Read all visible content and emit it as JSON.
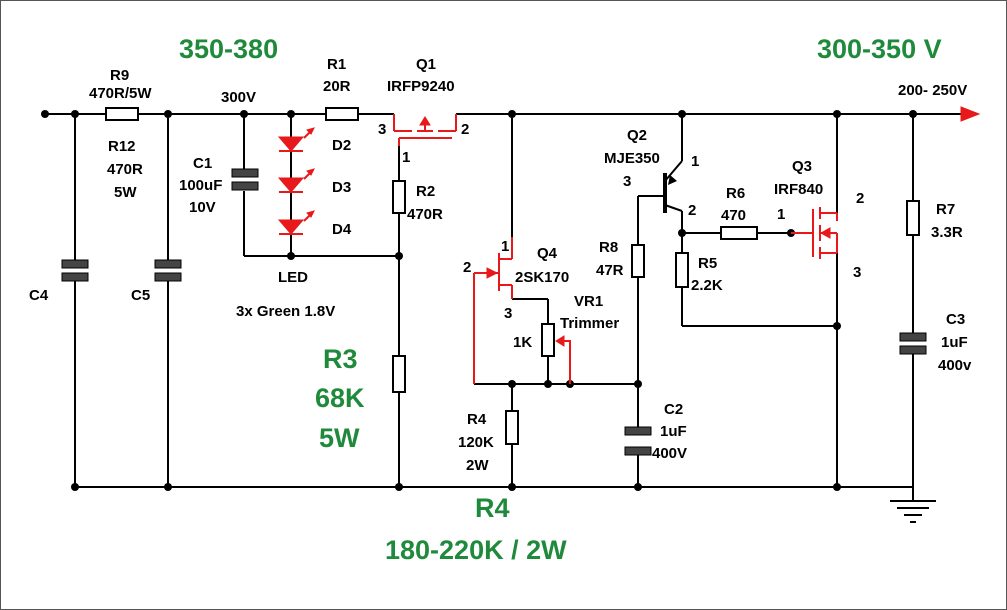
{
  "banner": {
    "input_voltage": "350-380",
    "output_voltage": "300-350 V",
    "r3_title": "R3",
    "r3_value": "68K",
    "r3_power": "5W",
    "r4_title": "R4",
    "r4_value": "180-220K / 2W"
  },
  "nodes": {
    "v300": "300V",
    "vout": "200- 250V",
    "led": "LED",
    "led_spec": "3x Green 1.8V"
  },
  "components": {
    "R9": {
      "name": "R9",
      "value": "470R/5W"
    },
    "R12": {
      "name": "R12",
      "value": "470R",
      "power": "5W"
    },
    "R1": {
      "name": "R1",
      "value": "20R"
    },
    "Q1": {
      "name": "Q1",
      "part": "IRFP9240",
      "pin3": "3",
      "pin2": "2",
      "pin1": "1"
    },
    "C1": {
      "name": "C1",
      "value": "100uF",
      "voltage": "10V"
    },
    "D2": "D2",
    "D3": "D3",
    "D4": "D4",
    "C4": "C4",
    "C5": "C5",
    "R2": {
      "name": "R2",
      "value": "470R"
    },
    "Q4": {
      "name": "Q4",
      "part": "2SK170",
      "pin1": "1",
      "pin2": "2",
      "pin3": "3"
    },
    "VR1": {
      "name": "VR1",
      "type": "Trimmer",
      "value": "1K"
    },
    "R4": {
      "name": "R4",
      "value": "120K",
      "power": "2W"
    },
    "Q2": {
      "name": "Q2",
      "part": "MJE350",
      "pin1": "1",
      "pin2": "2",
      "pin3": "3"
    },
    "R8": {
      "name": "R8",
      "value": "47R"
    },
    "C2": {
      "name": "C2",
      "value": "1uF",
      "voltage": "400V"
    },
    "R6": {
      "name": "R6",
      "value": "470"
    },
    "R5": {
      "name": "R5",
      "value": "2.2K"
    },
    "Q3": {
      "name": "Q3",
      "part": "IRF840",
      "pin1": "1",
      "pin2": "2",
      "pin3": "3"
    },
    "R7": {
      "name": "R7",
      "value": "3.3R"
    },
    "C3": {
      "name": "C3",
      "value": "1uF",
      "voltage": "400v"
    }
  },
  "colors": {
    "wire": "#000000",
    "highlight": "#e8191a",
    "annotation": "#1f8a3b"
  }
}
